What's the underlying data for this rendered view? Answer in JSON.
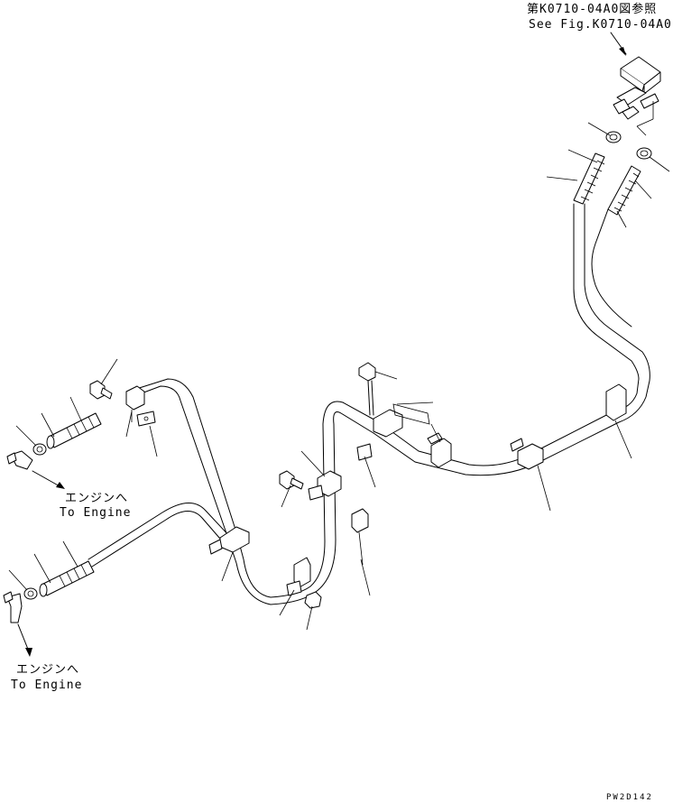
{
  "reference": {
    "line_jp": "第K0710-04A0図参照",
    "line_en": "See Fig.K0710-04A0"
  },
  "destinations": [
    {
      "jp": "エンジンへ",
      "en": "To Engine"
    },
    {
      "jp": "エンジンへ",
      "en": "To Engine"
    }
  ],
  "drawing_code": "PW2D142"
}
